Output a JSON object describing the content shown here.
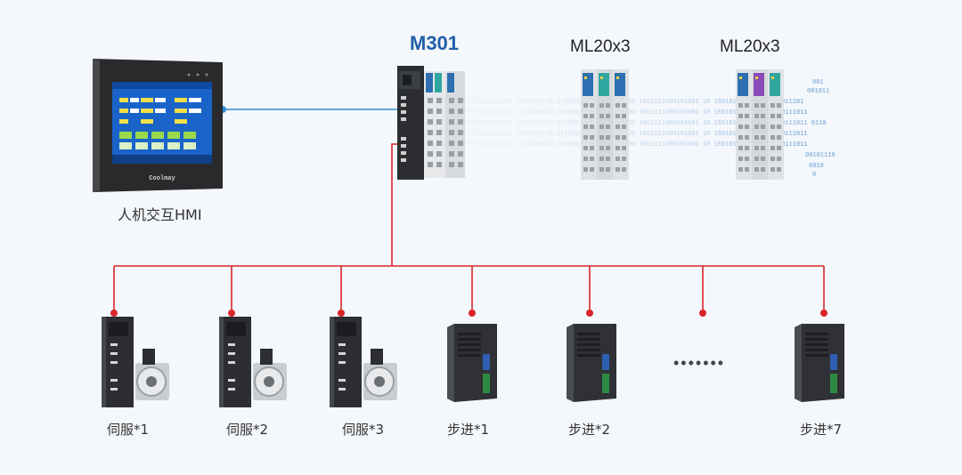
{
  "controller": {
    "title": "M301"
  },
  "expansions": [
    {
      "title": "ML20x3"
    },
    {
      "title": "ML20x3"
    }
  ],
  "hmi": {
    "label": "人机交互HMI",
    "brand": "Coolmay"
  },
  "devices": [
    {
      "label": "伺服*1",
      "kind": "servo"
    },
    {
      "label": "伺服*2",
      "kind": "servo"
    },
    {
      "label": "伺服*3",
      "kind": "servo"
    },
    {
      "label": "步进*1",
      "kind": "stepper"
    },
    {
      "label": "步进*2",
      "kind": "stepper"
    },
    {
      "label": "步进*7",
      "kind": "stepper"
    }
  ],
  "ellipsis": "•••••••",
  "binary_stream": "0010101011010 1101020120 11010011 1010011 1100 1001111000101001 10 1001011100110 10010111011 0110",
  "colors": {
    "bus_red": "#d9252b",
    "link_blue": "#2f8fd8",
    "title_blue": "#1f5fa8"
  }
}
